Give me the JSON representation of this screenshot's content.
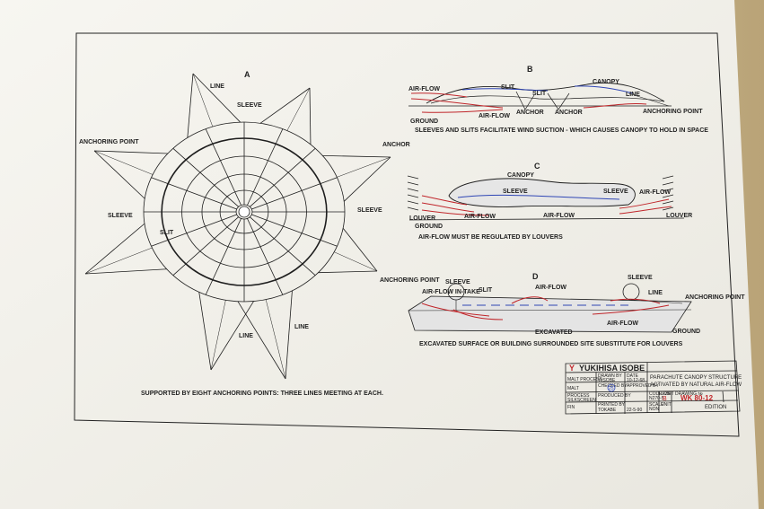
{
  "colors": {
    "redline": "#c0262b",
    "blueline": "#2f46b5",
    "ink": "#1e1e1e",
    "paper": "#f4f3ee"
  },
  "fig_a": {
    "title": "A",
    "labels": {
      "line_top": "LINE",
      "sleeve_top": "SLEEVE",
      "anchoring_point_left": "ANCHORING POINT",
      "anchor_right": "ANCHOR",
      "sleeve_left": "SLEEVE",
      "sleeve_right": "SLEEVE",
      "slit": "SLIT",
      "anchoring_point_right": "ANCHORING POINT",
      "line_bottom_left": "LINE",
      "line_bottom_right": "LINE"
    },
    "caption": "SUPPORTED BY EIGHT ANCHORING POINTS: THREE LINES MEETING AT EACH."
  },
  "fig_b": {
    "title": "B",
    "labels": {
      "airflow_left": "AIR-FLOW",
      "slit_1": "SLIT",
      "slit_2": "SLIT",
      "canopy": "CANOPY",
      "line": "LINE",
      "airflow_center": "AIR-FLOW",
      "anchor_1": "ANCHOR",
      "anchor_2": "ANCHOR",
      "anchoring_point": "ANCHORING POINT",
      "ground": "GROUND"
    },
    "caption": "SLEEVES AND SLITS FACILITATE WIND SUCTION - WHICH CAUSES CANOPY TO HOLD IN SPACE"
  },
  "fig_c": {
    "title": "C",
    "labels": {
      "canopy": "CANOPY",
      "sleeve_1": "SLEEVE",
      "sleeve_2": "SLEEVE",
      "airflow_left": "AIR-FLOW",
      "airflow_right": "AIR-FLOW",
      "airflow_far_right": "AIR-FLOW",
      "louver_left": "LOUVER",
      "louver_right": "LOUVER",
      "ground": "GROUND"
    },
    "caption": "AIR-FLOW MUST BE REGULATED BY LOUVERS"
  },
  "fig_d": {
    "title": "D",
    "labels": {
      "airflow_intake": "AIR-FLOW IN-TAKE",
      "sleeve_left": "SLEEVE",
      "slit": "SLIT",
      "airflow_top": "AIR-FLOW",
      "sleeve_right": "SLEEVE",
      "line": "LINE",
      "anchoring_point": "ANCHORING POINT",
      "airflow_bottom": "AIR-FLOW",
      "excavated": "EXCAVATED",
      "ground": "GROUND"
    },
    "caption": "EXCAVATED SURFACE OR BUILDING SURROUNDED SITE SUBSTITUTE FOR LOUVERS"
  },
  "title_block": {
    "logo_mark": "Y",
    "name": "YUKIHISA ISOBE",
    "drawn_by_label": "DRAWN BY",
    "drawn_by": "Y.ISOBE",
    "date_label": "DATE",
    "drawn_date": "10-12-68",
    "checked_by_label": "CHECKED BY",
    "approved_by_label": "APPROVED BY",
    "produced_by_label": "PRODUCED BY",
    "printed_by_label": "PRINTED BY",
    "printed_by": "TOKABE",
    "printed_date": "22-5-90",
    "maint_process_label": "MALT PROCESS",
    "malt_label": "MALT",
    "badge": "25",
    "process_label": "PROCESS",
    "process": "SILKSCREEN",
    "fin_label": "FIN",
    "title_line1": "PARACHUTE CANOPY STRUCTURE",
    "title_line2": "ACTIVATED BY NATURAL AIR-FLOW",
    "code_label": "CODE OBIT",
    "code": "N270-5",
    "size_label": "SIZE",
    "size": "B",
    "drawing_label": "DRAWING №",
    "drawing_no": "WK 80-12",
    "scale_label": "SCALE",
    "scale": "NON",
    "unit_label": "UNIT",
    "edition": "EDITION"
  }
}
